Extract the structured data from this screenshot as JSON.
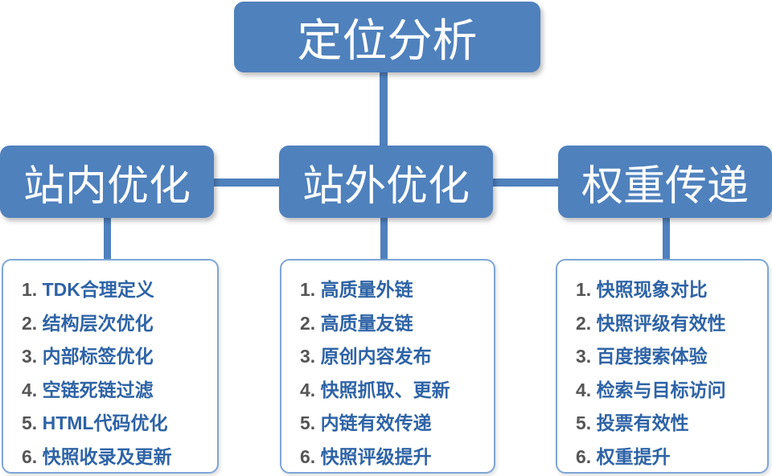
{
  "colors": {
    "node_fill": "#4f81bd",
    "node_text": "#ffffff",
    "panel_border": "#7ea6d6",
    "item_number": "#555555",
    "item_text": "#2e63a6"
  },
  "root": {
    "label": "定位分析"
  },
  "branches": [
    {
      "label": "站内优化",
      "items": [
        {
          "num": "1.",
          "text": "TDK合理定义"
        },
        {
          "num": "2.",
          "text": "结构层次优化"
        },
        {
          "num": "3.",
          "text": "内部标签优化"
        },
        {
          "num": "4.",
          "text": "空链死链过滤"
        },
        {
          "num": "5.",
          "text": "HTML代码优化"
        },
        {
          "num": "6.",
          "text": "快照收录及更新"
        }
      ]
    },
    {
      "label": "站外优化",
      "items": [
        {
          "num": "1.",
          "text": "高质量外链"
        },
        {
          "num": "2.",
          "text": "高质量友链"
        },
        {
          "num": "3.",
          "text": "原创内容发布"
        },
        {
          "num": "4.",
          "text": "快照抓取、更新"
        },
        {
          "num": "5.",
          "text": "内链有效传递"
        },
        {
          "num": "6.",
          "text": "快照评级提升"
        }
      ]
    },
    {
      "label": "权重传递",
      "items": [
        {
          "num": "1.",
          "text": "快照现象对比"
        },
        {
          "num": "2.",
          "text": "快照评级有效性"
        },
        {
          "num": "3.",
          "text": "百度搜索体验"
        },
        {
          "num": "4.",
          "text": "检索与目标访问"
        },
        {
          "num": "5.",
          "text": "投票有效性"
        },
        {
          "num": "6.",
          "text": "权重提升"
        }
      ]
    }
  ]
}
